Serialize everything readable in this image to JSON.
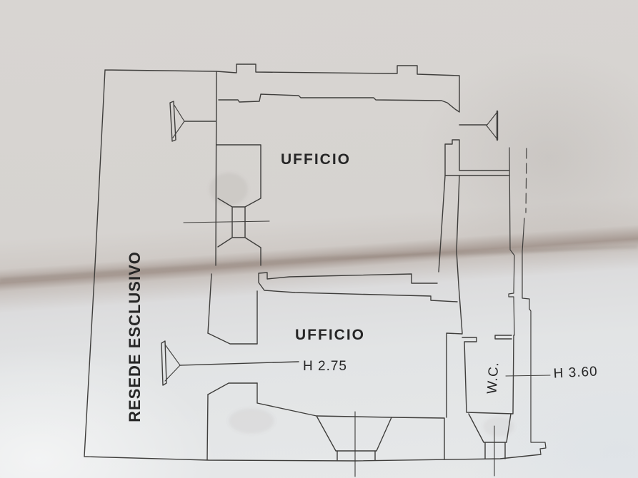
{
  "plan": {
    "labels": {
      "upper_room": "UFFICIO",
      "lower_room": "UFFICIO",
      "lower_room_height": "H 2.75",
      "wc": "W.C.",
      "wc_height": "H 3.60",
      "yard": "RESEDE ESCLUSIVO"
    },
    "colors": {
      "ink": "#3f3e3c",
      "ink_faint": "#6a6763",
      "text": "#262626",
      "paper_top": "#d7d4d1",
      "paper_bottom": "#e5e7e8",
      "fold_shadow": "#a79a93"
    }
  }
}
